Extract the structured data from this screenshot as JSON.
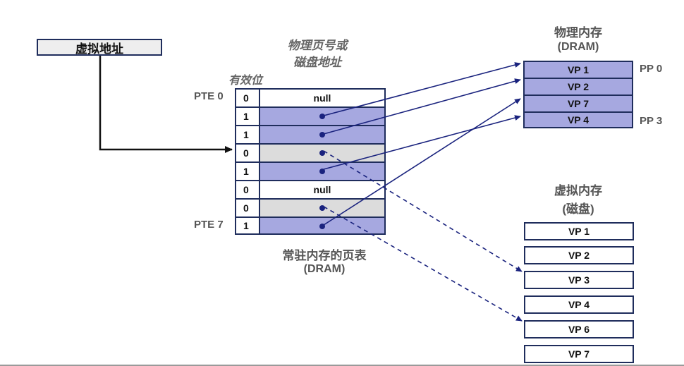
{
  "virtual_address": "虚拟地址",
  "physical_page_or_disk_label": [
    "物理页号或",
    "磁盘地址"
  ],
  "valid_bit_label": "有效位",
  "pte_labels": {
    "first": "PTE 0",
    "last": "PTE 7"
  },
  "page_table": {
    "rows": [
      {
        "valid": "0",
        "addr": "null",
        "state": "null"
      },
      {
        "valid": "1",
        "addr": "",
        "state": "mem"
      },
      {
        "valid": "1",
        "addr": "",
        "state": "mem"
      },
      {
        "valid": "0",
        "addr": "",
        "state": "disk"
      },
      {
        "valid": "1",
        "addr": "",
        "state": "mem"
      },
      {
        "valid": "0",
        "addr": "null",
        "state": "null"
      },
      {
        "valid": "0",
        "addr": "",
        "state": "disk"
      },
      {
        "valid": "1",
        "addr": "",
        "state": "mem"
      }
    ],
    "caption": [
      "常驻内存的页表",
      "(DRAM)"
    ]
  },
  "physical_memory": {
    "title": [
      "物理内存",
      "(DRAM)"
    ],
    "pages": [
      "VP 1",
      "VP 2",
      "VP 7",
      "VP 4"
    ],
    "pp_labels": {
      "first": "PP 0",
      "last": "PP 3"
    }
  },
  "virtual_memory": {
    "title": [
      "虚拟内存",
      "(磁盘)"
    ],
    "pages": [
      "VP 1",
      "VP 2",
      "VP 3",
      "VP 4",
      "VP 6",
      "VP 7"
    ]
  },
  "colors": {
    "mem": "#a6a8e0",
    "disk": "#dcdcdc",
    "line": "#1a237e"
  }
}
